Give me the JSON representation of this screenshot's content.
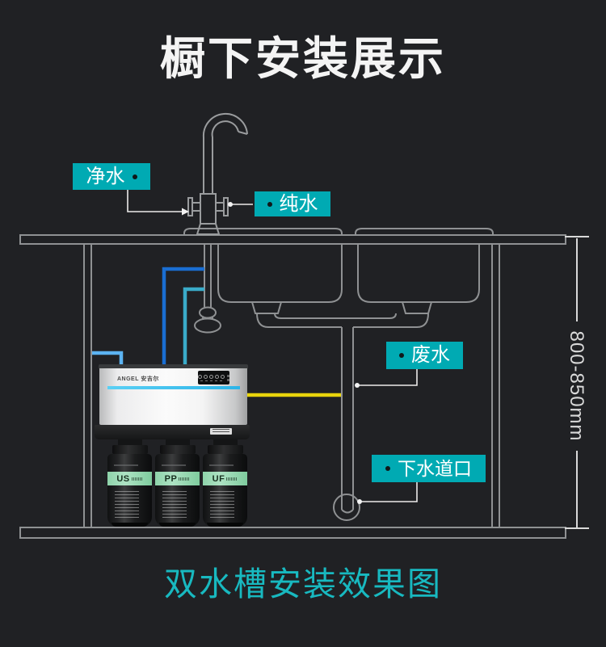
{
  "title": "橱下安装展示",
  "caption": "双水槽安装效果图",
  "measurement": "800-850mm",
  "labels": {
    "purified_water": "净水",
    "pure_water": "纯水",
    "waste_water": "废水",
    "sewer_outlet": "下水道口"
  },
  "device": {
    "brand": "ANGEL 安吉尔",
    "filters": [
      {
        "code": "US"
      },
      {
        "code": "PP"
      },
      {
        "code": "UF"
      }
    ]
  },
  "colors": {
    "background": "#202124",
    "line_gray": "#8f9193",
    "label_bg": "#00aab3",
    "caption_text": "#18b9c0",
    "pipe_purified_blue": "#1a6ed2",
    "pipe_pure_cyan": "#3aabc9",
    "pipe_feed_lightblue": "#5cb3f2",
    "pipe_waste_yellow": "#e8d40c",
    "filter_band_green": "#8ed3aa"
  }
}
